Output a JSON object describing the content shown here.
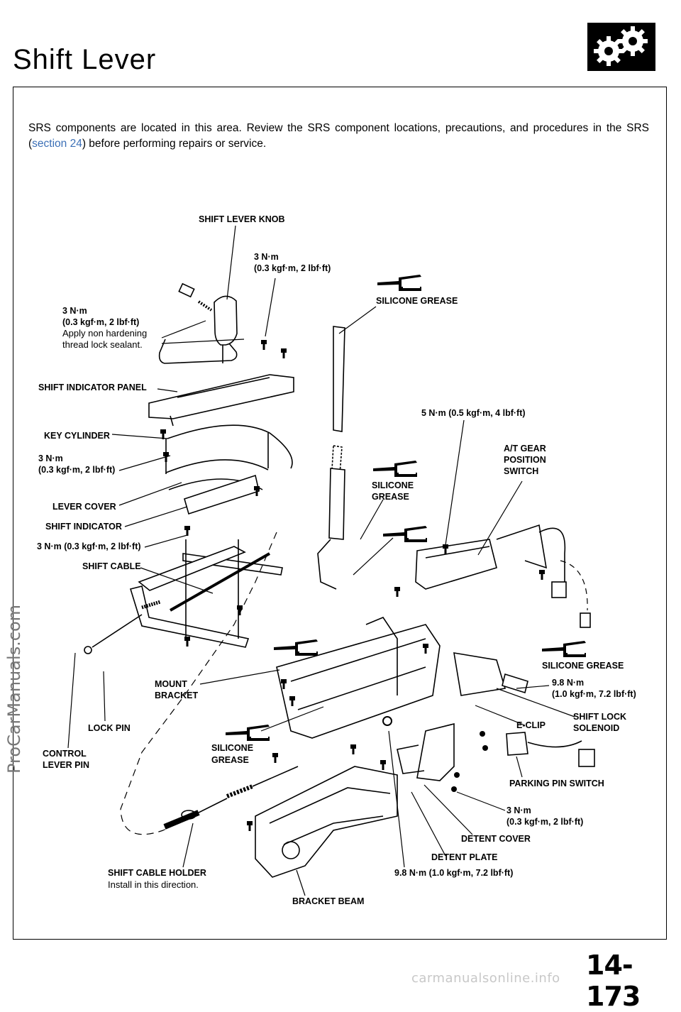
{
  "page": {
    "title": "Shift Lever",
    "page_number": "14-173",
    "watermark": "ProCarManuals.com",
    "footer": "carmanualsonline.info"
  },
  "notice": {
    "line1": "SRS components are located in this area. Review the SRS component locations, precautions, and procedures in the SRS",
    "open_paren": "(",
    "link": "section 24",
    "line2_rest": ") before performing repairs or service."
  },
  "labels": {
    "shift_lever_knob": "SHIFT LEVER KNOB",
    "torque_top_1": "3 N·m",
    "torque_top_2": "(0.3 kgf·m, 2 lbf·ft)",
    "silicone_grease_top": "SILICONE GREASE",
    "knob_torque_1": "3 N·m",
    "knob_torque_2": "(0.3 kgf·m, 2 lbf·ft)",
    "apply_1": "Apply non hardening",
    "apply_2": "thread lock sealant.",
    "shift_indicator_panel": "SHIFT INDICATOR PANEL",
    "five_nm": "5 N·m (0.5 kgf·m, 4 lbf·ft)",
    "key_cylinder": "KEY CYLINDER",
    "at_gear_1": "A/T GEAR",
    "at_gear_2": "POSITION",
    "at_gear_3": "SWITCH",
    "key_torque_1": "3 N·m",
    "key_torque_2": "(0.3 kgf·m, 2 lbf·ft)",
    "silicone_mid_1": "SILICONE",
    "silicone_mid_2": "GREASE",
    "lever_cover": "LEVER COVER",
    "shift_indicator": "SHIFT INDICATOR",
    "ind_torque": "3 N·m (0.3 kgf·m, 2 lbf·ft)",
    "shift_cable": "SHIFT CABLE",
    "silicone_right": "SILICONE GREASE",
    "nine8_1": "9.8 N·m",
    "nine8_2": "(1.0 kgf·m, 7.2 lbf·ft)",
    "mount_1": "MOUNT",
    "mount_2": "BRACKET",
    "shift_lock_1": "SHIFT LOCK",
    "shift_lock_2": "SOLENOID",
    "eclip": "E-CLIP",
    "lock_pin": "LOCK PIN",
    "control_1": "CONTROL",
    "control_2": "LEVER PIN",
    "silicone_low_1": "SILICONE",
    "silicone_low_2": "GREASE",
    "parking_pin": "PARKING PIN SWITCH",
    "det_torque_1": "3 N·m",
    "det_torque_2": "(0.3 kgf·m, 2 lbf·ft)",
    "detent_cover": "DETENT COVER",
    "detent_plate": "DETENT PLATE",
    "cable_holder": "SHIFT CABLE HOLDER",
    "install_dir": "Install in this direction.",
    "bottom_torque": "9.8 N·m (1.0 kgf·m, 7.2 lbf·ft)",
    "bracket_beam": "BRACKET BEAM",
    "grease_tag": "GREASE"
  },
  "colors": {
    "ink": "#000000",
    "link": "#3b6fb6",
    "watermark": "#777777",
    "footer": "#c8c8c8"
  },
  "icons": {
    "header_logo": "gears-icon",
    "grease_tube": "grease-tube-icon"
  }
}
